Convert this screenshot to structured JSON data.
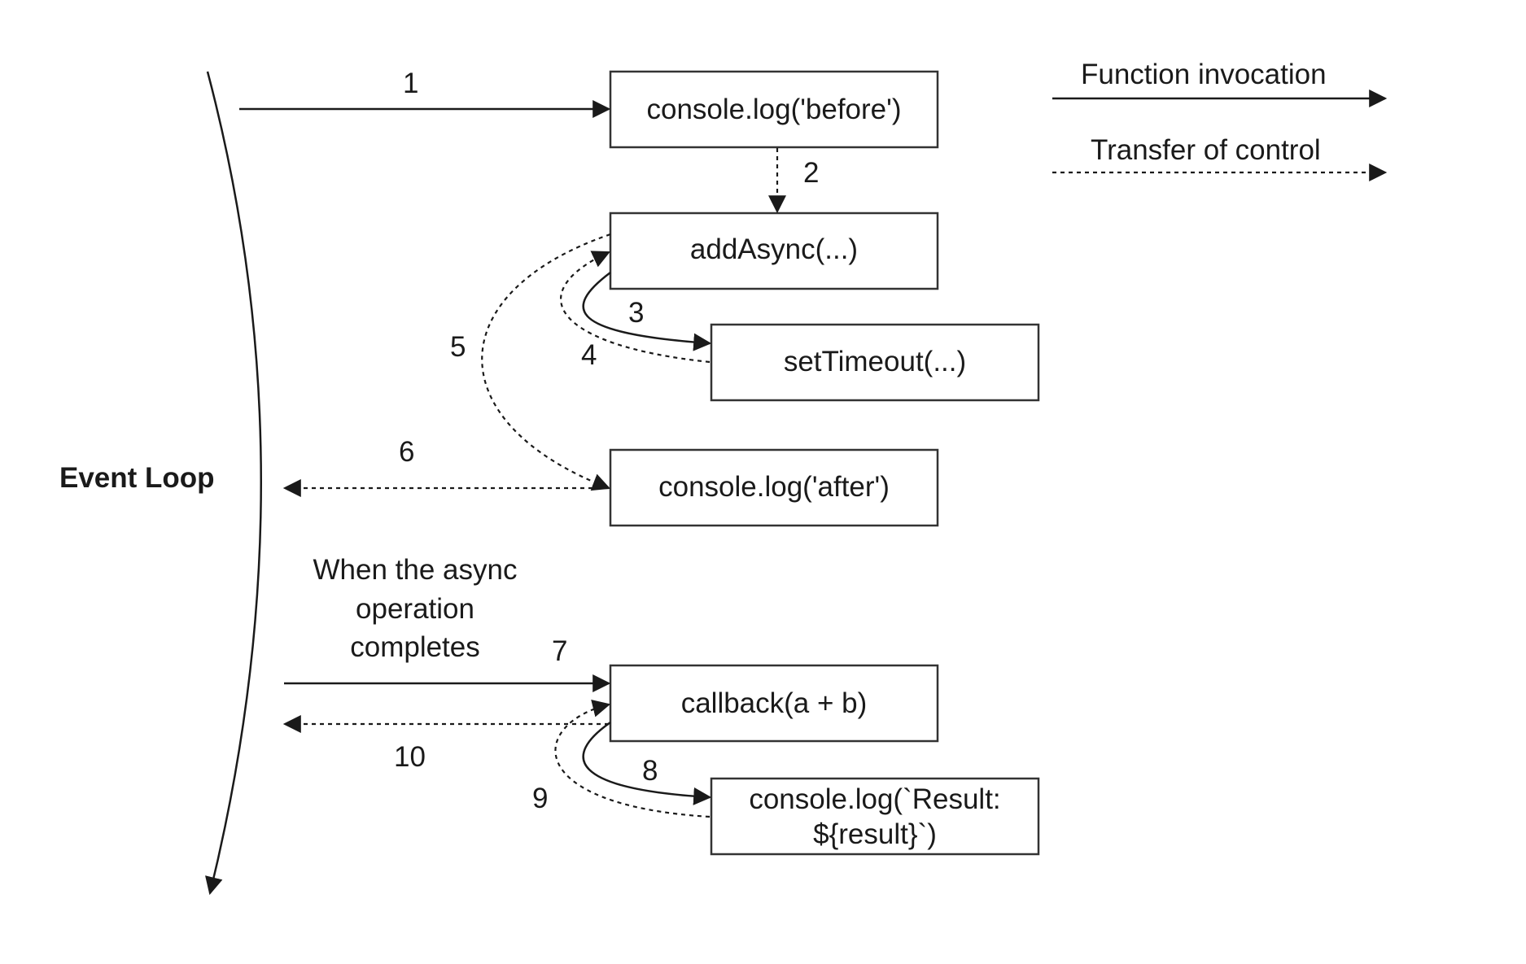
{
  "loop_label": "Event Loop",
  "legend": {
    "invocation": "Function invocation",
    "transfer": "Transfer of control"
  },
  "boxes": {
    "before": "console.log('before')",
    "add_async": "addAsync(...)",
    "set_timeout": "setTimeout(...)",
    "after": "console.log('after')",
    "callback": "callback(a + b)",
    "result_line1": "console.log(`Result:",
    "result_line2": "${result}`)"
  },
  "note": {
    "line1": "When the async",
    "line2": "operation",
    "line3": "completes"
  },
  "steps": {
    "s1": "1",
    "s2": "2",
    "s3": "3",
    "s4": "4",
    "s5": "5",
    "s6": "6",
    "s7": "7",
    "s8": "8",
    "s9": "9",
    "s10": "10"
  }
}
